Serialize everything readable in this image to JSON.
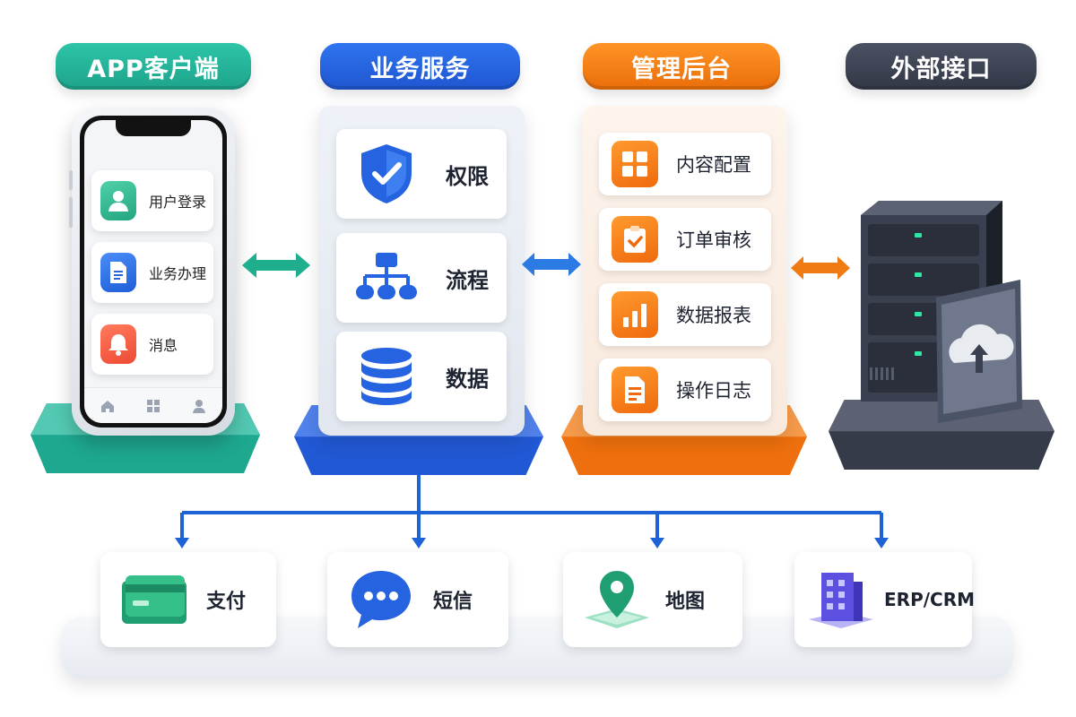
{
  "columns": {
    "app": {
      "title": "APP客户端",
      "color": "#26b39a"
    },
    "service": {
      "title": "业务服务",
      "color": "#2563e0"
    },
    "admin": {
      "title": "管理后台",
      "color": "#f07b12"
    },
    "external": {
      "title": "外部接口",
      "color": "#3b4252"
    }
  },
  "app": {
    "items": [
      {
        "label": "用户登录",
        "icon": "user-icon",
        "color": "#2fb48f"
      },
      {
        "label": "业务办理",
        "icon": "document-icon",
        "color": "#2f6fe4"
      },
      {
        "label": "消息",
        "icon": "bell-icon",
        "color": "#f25a45"
      }
    ],
    "tabbar": [
      "home-icon",
      "grid-icon",
      "profile-icon"
    ]
  },
  "service": {
    "items": [
      {
        "label": "权限",
        "icon": "shield-check-icon"
      },
      {
        "label": "流程",
        "icon": "flowchart-icon"
      },
      {
        "label": "数据",
        "icon": "database-icon"
      }
    ]
  },
  "admin": {
    "items": [
      {
        "label": "内容配置",
        "icon": "grid-icon"
      },
      {
        "label": "订单审核",
        "icon": "clipboard-check-icon"
      },
      {
        "label": "数据报表",
        "icon": "bar-chart-icon"
      },
      {
        "label": "操作日志",
        "icon": "document-icon"
      }
    ]
  },
  "external": {
    "icon": "server-cloud-upload-icon"
  },
  "third_party": [
    {
      "label": "支付",
      "icon": "credit-card-icon"
    },
    {
      "label": "短信",
      "icon": "chat-bubble-icon"
    },
    {
      "label": "地图",
      "icon": "map-pin-icon"
    },
    {
      "label": "ERP/CRM",
      "icon": "building-icon"
    }
  ],
  "arrow_colors": {
    "app_service": "#1fae8e",
    "service_admin": "#2c7be5",
    "admin_external": "#f07b12",
    "tree": "#1e63d6"
  }
}
